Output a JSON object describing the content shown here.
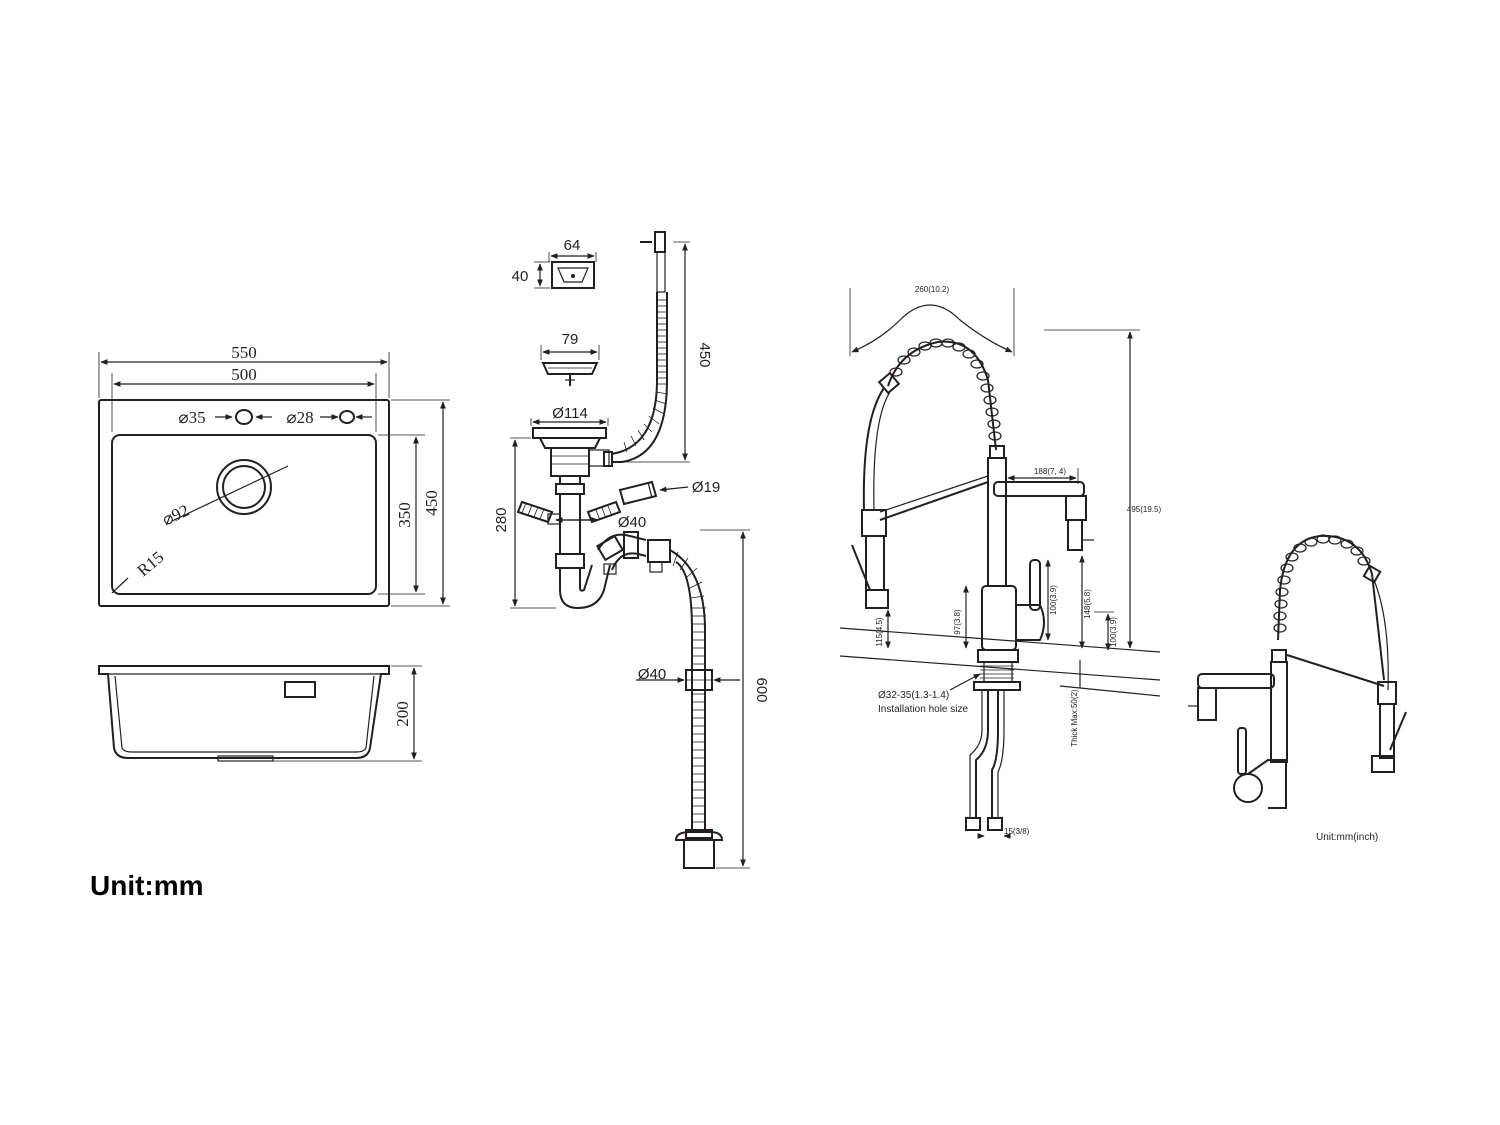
{
  "sink_top": {
    "overall_width": "550",
    "inner_width": "500",
    "hole_faucet": "⌀35",
    "hole_dispenser": "⌀28",
    "inner_depth": "350",
    "overall_depth": "450",
    "drain_diameter": "⌀92",
    "corner_radius": "R15"
  },
  "sink_side": {
    "height": "200"
  },
  "unit_main": "Unit:mm",
  "drain_kit": {
    "overflow_width": "64",
    "overflow_height": "40",
    "strainer_diameter": "79",
    "overflow_hose_length": "450",
    "basket_diameter": "Ø114",
    "trap_height": "280",
    "nozzle_diameter": "Ø19",
    "branch_diameter": "Ø40",
    "hose_diameter": "Ø40",
    "hose_length": "600"
  },
  "faucet": {
    "spout_reach_arc": "260(10.2)",
    "spout_reach": "188(7, 4)",
    "total_height": "495(19.5)",
    "spray_height": "148(5.8)",
    "handle_height": "100(3.9)",
    "body_height": "97(3.8)",
    "base_height": "115(4.5)",
    "aerator_height": "100(3.9)",
    "hole_size": "Ø32-35(1.3-1.4)",
    "hole_label": "Installation hole size",
    "thickness": "Thick Max:50(2)",
    "hose_thread": "15(3/8)",
    "unit": "Unit:mm(inch)"
  }
}
